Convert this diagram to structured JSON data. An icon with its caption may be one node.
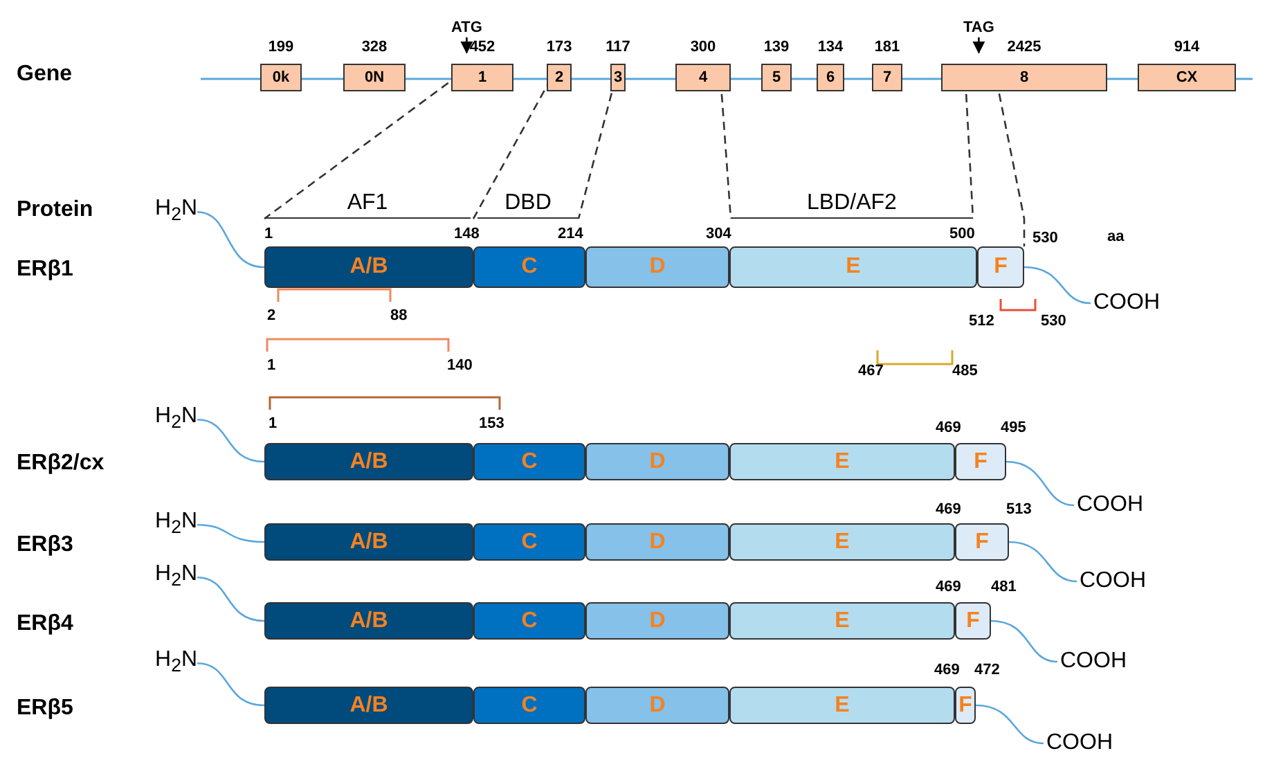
{
  "diagram": {
    "nodes": [
      {
        "text": [
          "ATG"
        ]
      },
      {
        "text": [
          "TAG"
        ]
      },
      {
        "text": [
          "0k"
        ],
        "beside": [
          "199"
        ]
      },
      {
        "text": [
          "0N"
        ],
        "beside": [
          "328"
        ]
      },
      {
        "text": [
          "1"
        ],
        "beside": [
          "452"
        ]
      },
      {
        "text": [
          "2"
        ],
        "beside": [
          "173"
        ]
      },
      {
        "text": [
          "3"
        ],
        "beside": [
          "117"
        ]
      },
      {
        "text": [
          "4"
        ],
        "beside": [
          "300"
        ]
      },
      {
        "text": [
          "5"
        ],
        "beside": [
          "139"
        ]
      },
      {
        "text": [
          "6"
        ],
        "beside": [
          "134"
        ]
      },
      {
        "text": [
          "7"
        ],
        "beside": [
          "181"
        ]
      },
      {
        "text": [
          "8"
        ],
        "beside": [
          "2425"
        ]
      },
      {
        "text": [
          "CX"
        ],
        "beside": [
          "914"
        ]
      },
      {
        "text": [
          "AF1"
        ]
      },
      {
        "text": [
          "DBD"
        ]
      },
      {
        "text": [
          "LBD/AF2"
        ]
      },
      {
        "text": [
          "H$_{2}$N"
        ]
      },
      {
        "text": [
          "A/B"
        ]
      },
      {
        "text": [
          "C"
        ]
      },
      {
        "text": [
          "D"
        ]
      },
      {
        "text": [
          "E"
        ]
      },
      {
        "text": [
          "F"
        ]
      },
      {
        "text": [
          "COOH"
        ]
      },
      {
        "text": [
          "H$_{2}$N"
        ]
      },
      {
        "text": [
          "A/B"
        ]
      },
      {
        "text": [
          "C"
        ]
      },
      {
        "text": [
          "D"
        ]
      },
      {
        "text": [
          "E"
        ]
      },
      {
        "text": [
          "F"
        ]
      },
      {
        "text": [
          "COOH"
        ]
      },
      {
        "text": [
          "H$_{2}$N"
        ]
      },
      {
        "text": [
          "A/B"
        ]
      },
      {
        "text": [
          "C"
        ]
      },
      {
        "text": [
          "D"
        ]
      },
      {
        "text": [
          "E"
        ]
      },
      {
        "text": [
          "F"
        ]
      },
      {
        "text": [
          "COOH"
        ]
      },
      {
        "text": [
          "H$_{2}$N"
        ]
      },
      {
        "text": [
          "A/B"
        ]
      },
      {
        "text": [
          "C"
        ]
      },
      {
        "text": [
          "D"
        ]
      },
      {
        "text": [
          "E"
        ]
      },
      {
        "text": [
          "F"
        ]
      },
      {
        "text": [
          "COOH"
        ]
      },
      {
        "text": [
          "H$_{2}$N"
        ]
      },
      {
        "text": [
          "A/B"
        ]
      },
      {
        "text": [
          "C"
        ]
      },
      {
        "text": [
          "D"
        ]
      },
      {
        "text": [
          "E"
        ]
      },
      {
        "text": [
          "F"
        ]
      },
      {
        "text": [
          "COOH"
        ]
      }
    ],
    "edges": [
      {
        "from": 0,
        "to": 4,
        "arrow": "to",
        "color": "#000000"
      },
      {
        "from": 1,
        "to": 11,
        "arrow": "to",
        "color": "#000000"
      },
      {
        "from": 4,
        "to": 13,
        "arrow": "none",
        "style": "dashed",
        "color": "#333333"
      },
      {
        "from": 5,
        "to": 14,
        "arrow": "none",
        "style": "dashed",
        "color": "#333333"
      },
      {
        "from": 6,
        "to": 14,
        "arrow": "none",
        "style": "dashed",
        "color": "#333333"
      },
      {
        "from": 7,
        "to": 15,
        "arrow": "none",
        "style": "dashed",
        "color": "#333333"
      },
      {
        "from": 11,
        "to": 15,
        "arrow": "none",
        "style": "dashed",
        "color": "#333333"
      },
      {
        "from": 11,
        "to": 21,
        "arrow": "none",
        "style": "dashed",
        "color": "#333333"
      },
      {
        "from": 16,
        "to": 17,
        "arrow": "none"
      },
      {
        "from": 21,
        "to": 22,
        "arrow": "none"
      },
      {
        "from": 23,
        "to": 24,
        "arrow": "none"
      },
      {
        "from": 28,
        "to": 29,
        "arrow": "none"
      },
      {
        "from": 30,
        "to": 31,
        "arrow": "none"
      },
      {
        "from": 35,
        "to": 36,
        "arrow": "none"
      },
      {
        "from": 37,
        "to": 38,
        "arrow": "none"
      },
      {
        "from": 42,
        "to": 43,
        "arrow": "none"
      },
      {
        "from": 44,
        "to": 45,
        "arrow": "none"
      },
      {
        "from": 49,
        "to": 50,
        "arrow": "none"
      }
    ],
    "labels": [
      "Gene",
      "Protein",
      "1",
      "148",
      "214",
      "304",
      "500",
      "530",
      "aa",
      "ERβ1",
      "2",
      "88",
      "512",
      "530",
      "1",
      "140",
      "467",
      "485",
      "1",
      "153",
      "469",
      "495",
      "ERβ2/cx",
      "469",
      "513",
      "ERβ3",
      "469",
      "481",
      "ERβ4",
      "469",
      "472",
      "ERβ5"
    ]
  }
}
